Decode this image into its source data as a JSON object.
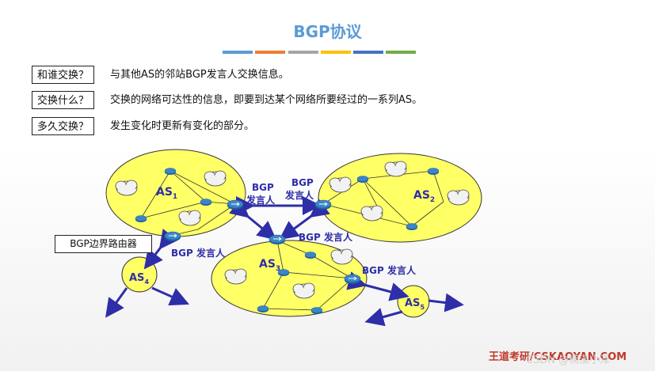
{
  "title": "BGP协议",
  "color_bars": [
    "#5b9bd5",
    "#ed7d31",
    "#a5a5a5",
    "#ffc000",
    "#4472c4",
    "#70ad47"
  ],
  "qa": [
    {
      "question": "和谁交换？",
      "answer": "与其他AS的邻站BGP发言人交换信息。"
    },
    {
      "question": "交换什么？",
      "answer": "交换的网络可达性的信息，即要到达某个网络所要经过的一系列AS。"
    },
    {
      "question": "多久交换？",
      "answer": "发生变化时更新有变化的部分。"
    }
  ],
  "diagram": {
    "as1": "AS",
    "as1_sub": "1",
    "as2": "AS",
    "as2_sub": "2",
    "as3": "AS",
    "as3_sub": "3",
    "as4": "AS",
    "as4_sub": "4",
    "as5": "AS",
    "as5_sub": "5",
    "speaker_bgp": "BGP",
    "speaker_word": "发言人",
    "speaker_full": "BGP 发言人",
    "callout": "BGP边界路由器",
    "colors": {
      "as_fill": "#ffff66",
      "label": "#2e2ea8",
      "arrow": "#2e2ea8",
      "router": "#3a86c8"
    }
  },
  "footer": "王道考研/CSKAOYAN.COM",
  "watermark": "CSDN @楠溪小泽"
}
